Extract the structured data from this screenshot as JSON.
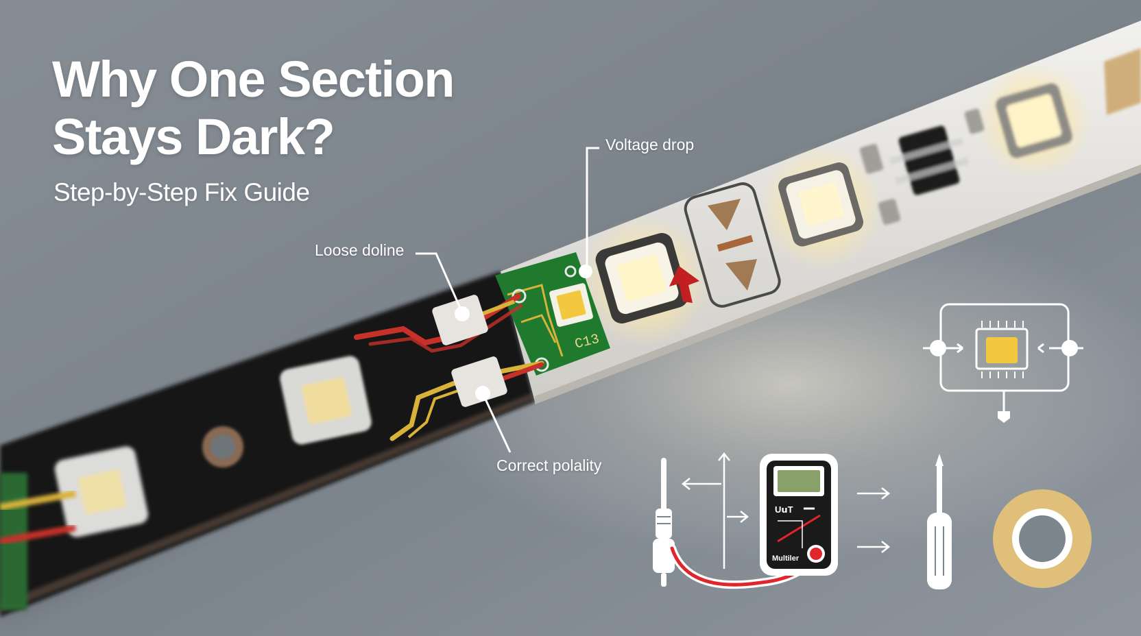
{
  "title": {
    "line1": "Why One Section",
    "line2": "Stays Dark?"
  },
  "subtitle": "Step-by-Step Fix Guide",
  "callouts": {
    "voltage_drop": "Voltage drop",
    "loose_connection": "Loose doline",
    "correct_polarity": "Correct polality"
  },
  "multimeter": {
    "display_label": "U𝘂T",
    "brand_label": "Multiler"
  },
  "pcb_marking": "C13",
  "icons": [
    "soldering-iron-icon",
    "multimeter-icon",
    "screwdriver-icon",
    "solder-tape-ring-icon",
    "controller-chip-icon",
    "arrow-right-icon"
  ],
  "colors": {
    "background": "#7d858d",
    "strip_white": "#e9e7e2",
    "strip_black": "#141414",
    "pcb_green": "#1f7a2e",
    "led_warm": "#f6df9a",
    "wire_red": "#c8302a",
    "wire_yellow": "#d9b23a",
    "icon_white": "#ffffff",
    "accent_red": "#e0262b",
    "tape_gold": "#e0bf7a"
  }
}
